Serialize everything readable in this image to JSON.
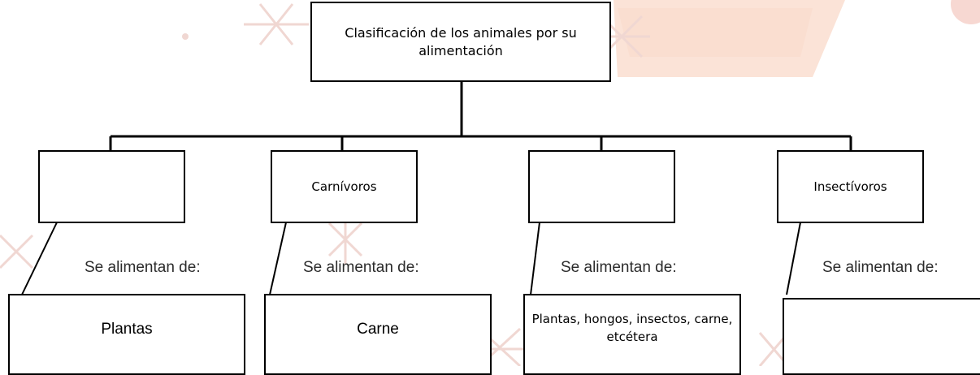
{
  "title": "Clasificación de los animales por su alimentación",
  "feeding_label": "Se alimentan de:",
  "categories": [
    {
      "name": "",
      "food": "Plantas"
    },
    {
      "name": "Carnívoros",
      "food": "Carne"
    },
    {
      "name": "",
      "food": "Plantas, hongos, insectos, carne, etcétera"
    },
    {
      "name": "Insectívoros",
      "food": ""
    }
  ],
  "colors": {
    "lines": "#000000",
    "background_decor": "#f0d7d2",
    "background_accent": "#f6c9b5"
  },
  "decor_icons": [
    "snowflake-icon",
    "christmas-tree-icon"
  ]
}
